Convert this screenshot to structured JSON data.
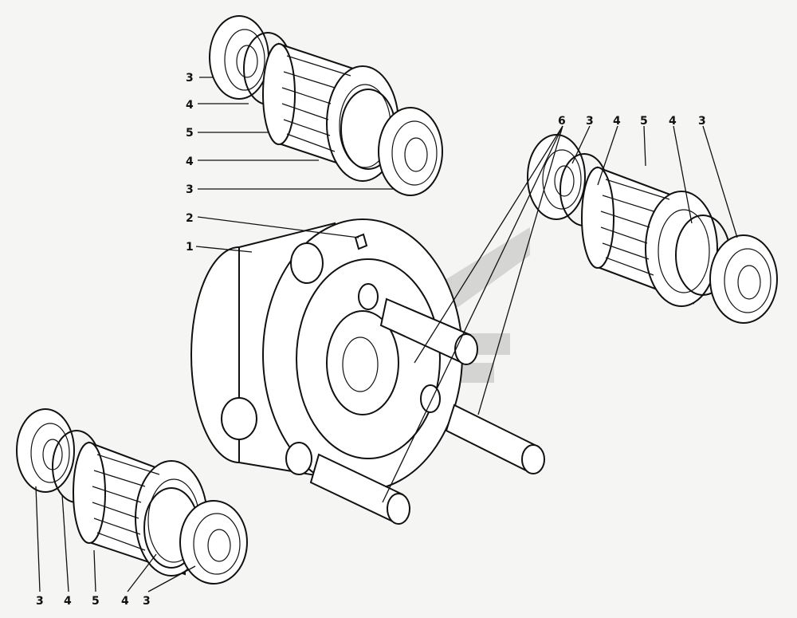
{
  "labels": {
    "top_left": [
      "3",
      "4",
      "5",
      "4",
      "3"
    ],
    "carrier": [
      "2",
      "1"
    ],
    "right": [
      "6",
      "3",
      "4",
      "5",
      "4",
      "3"
    ],
    "bottom": [
      "3",
      "4",
      "5",
      "4",
      "3"
    ]
  },
  "colors": {
    "line": "#111111",
    "background": "#f5f5f3",
    "watermark": "#c9c9c9"
  }
}
